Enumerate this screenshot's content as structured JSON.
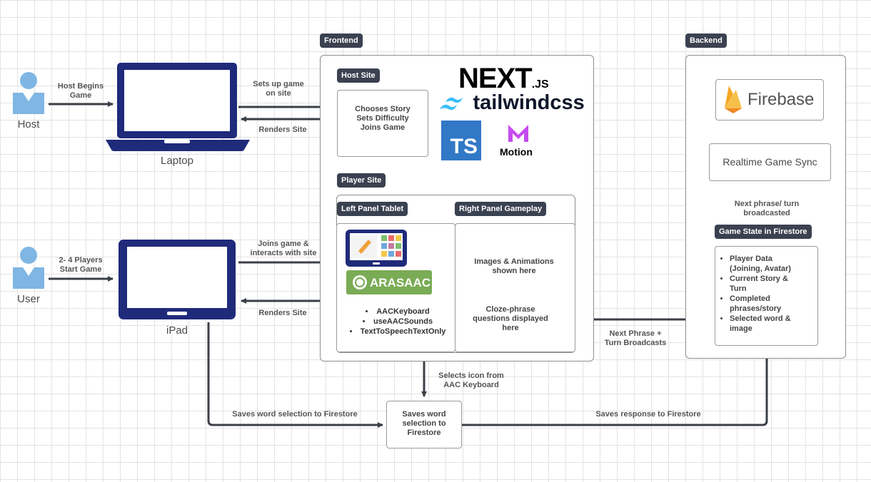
{
  "actors": {
    "host": {
      "label": "Host"
    },
    "user": {
      "label": "User"
    }
  },
  "devices": {
    "laptop": {
      "label": "Laptop"
    },
    "ipad": {
      "label": "iPad"
    }
  },
  "edges": {
    "host_begins": "Host Begins\nGame",
    "sets_up_game": "Sets up game\non site",
    "renders_site_laptop": "Renders Site",
    "players_start": "2- 4 Players\nStart Game",
    "joins_game": "Joins game &\ninteracts with site",
    "renders_site_ipad": "Renders Site",
    "selects_icon": "Selects icon from\nAAC Keyboard",
    "saves_word_left": "Saves word selection to Firestore",
    "saves_response": "Saves response to Firestore",
    "next_phrase_turn": "Next Phrase +\nTurn Broadcasts",
    "next_phrase_broadcasted": "Next phrase/ turn\nbroadcasted"
  },
  "frontend": {
    "tag": "Frontend",
    "host_site": {
      "tag": "Host Site",
      "box_text": "Chooses Story\nSets Difficulty\nJoins Game"
    },
    "logos": {
      "next": "NEXT",
      "next_js": ".JS",
      "tailwind": "tailwindcss",
      "ts": "TS",
      "motion": "Motion"
    },
    "player_site": {
      "tag": "Player Site",
      "left_panel_tag": "Left Panel Tablet",
      "right_panel_tag": "Right Panel Gameplay",
      "arasaac_logo": "ARASAAC",
      "left_items": [
        "AACKeyboard",
        "useAACSounds",
        "TextToSpeechTextOnly"
      ],
      "right_text_1": "Images & Animations\nshown here",
      "right_text_2": "Cloze-phrase\nquestions displayed\nhere"
    }
  },
  "backend": {
    "tag": "Backend",
    "firebase": "Firebase",
    "realtime_sync": "Realtime Game Sync",
    "game_state_tag": "Game State in Firestore",
    "game_state_items": [
      "Player Data\n(Joining, Avatar)",
      "Current Story &\nTurn",
      "Completed\nphrases/story",
      "Selected word &\nimage"
    ]
  },
  "saves_box": "Saves word\nselection to\nFirestore",
  "colors": {
    "device": "#1f2a7a",
    "person": "#7fb6e3",
    "tag_bg": "#3a4150",
    "arrow": "#3b3f47",
    "ts": "#3178c6",
    "tailwind": "#38bdf8",
    "motion": "#c64cf0",
    "firebase_orange": "#f5a623",
    "arasaac_green": "#7aab55"
  }
}
